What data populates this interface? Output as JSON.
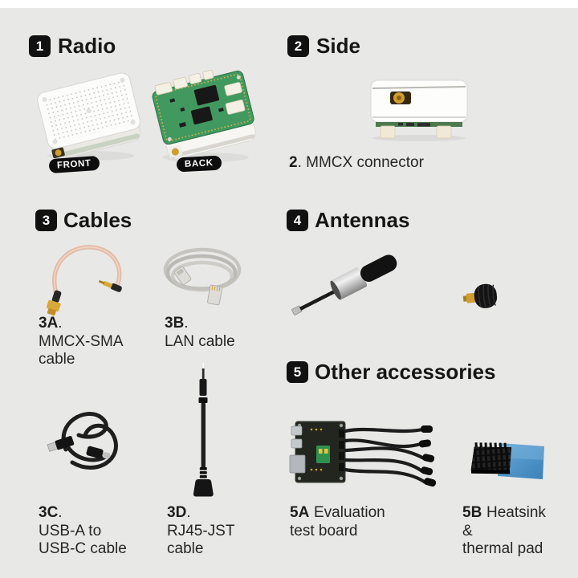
{
  "colors": {
    "background": "#e8e8e7",
    "top_strip": "#ffffff",
    "badge_bg": "#111111",
    "badge_text": "#ffffff",
    "heading_text": "#161616",
    "caption_text": "#262626",
    "pcb_green": "#41995f",
    "connector_gold": "#cf9d30",
    "thermal_pad_blue": "#4a94c8"
  },
  "sections": {
    "radio": {
      "badge": "1",
      "title": "Radio",
      "front_pill": "FRONT",
      "back_pill": "BACK"
    },
    "side": {
      "badge": "2",
      "title": "Side",
      "caption_code": "2",
      "caption_text": ". MMCX connector"
    },
    "cables": {
      "badge": "3",
      "title": "Cables",
      "item_a": {
        "code": "3A",
        "dot": ".",
        "line1": "MMCX-SMA",
        "line2": "cable"
      },
      "item_b": {
        "code": "3B",
        "dot": ".",
        "line1": "LAN cable"
      },
      "item_c": {
        "code": "3C",
        "dot": ".",
        "line1": "USB-A to",
        "line2": "USB-C cable"
      },
      "item_d": {
        "code": "3D",
        "dot": ".",
        "line1": "RJ45-JST",
        "line2": "cable"
      }
    },
    "antennas": {
      "badge": "4",
      "title": "Antennas"
    },
    "accessories": {
      "badge": "5",
      "title": "Other accessories",
      "item_a": {
        "code": "5A",
        "text": "Evaluation",
        "line2": "test board"
      },
      "item_b": {
        "code": "5B",
        "text": "Heatsink",
        "line2": "&",
        "line3": "thermal pad"
      }
    }
  }
}
